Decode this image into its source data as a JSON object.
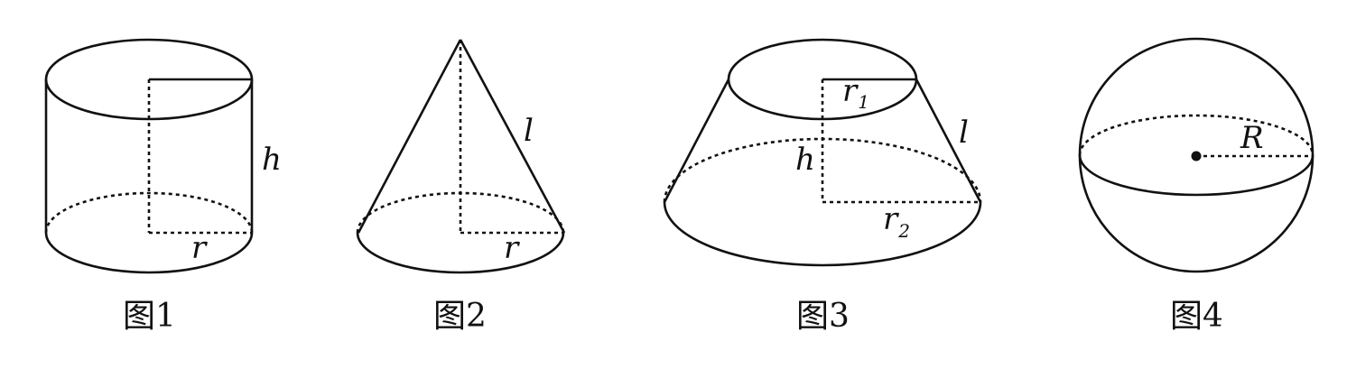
{
  "figures": [
    {
      "caption": "图1",
      "labels": {
        "height": "h",
        "radius": "r"
      }
    },
    {
      "caption": "图2",
      "labels": {
        "slant": "l",
        "radius": "r"
      }
    },
    {
      "caption": "图3",
      "labels": {
        "top_radius": "r",
        "top_radius_sub": "1",
        "slant": "l",
        "height": "h",
        "bottom_radius": "r",
        "bottom_radius_sub": "2"
      }
    },
    {
      "caption": "图4",
      "labels": {
        "radius": "R"
      }
    }
  ]
}
